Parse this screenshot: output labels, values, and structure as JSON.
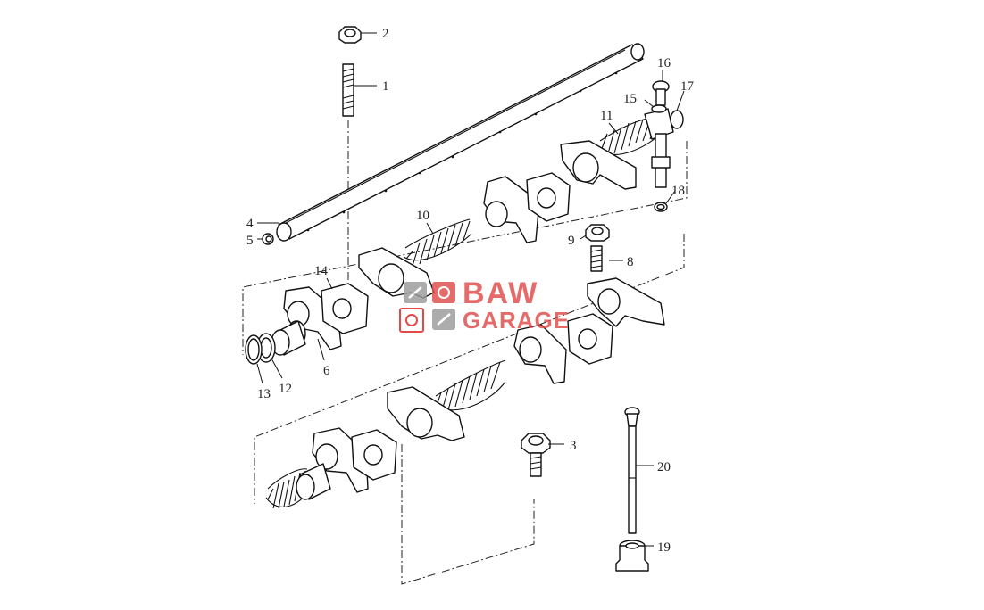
{
  "diagram": {
    "callouts": [
      "1",
      "2",
      "3",
      "4",
      "5",
      "6",
      "8",
      "9",
      "10",
      "11",
      "12",
      "13",
      "14",
      "15",
      "16",
      "17",
      "18",
      "19",
      "20"
    ]
  },
  "watermark": {
    "brand_line1": "BAW",
    "brand_line2": "GARAGE",
    "color": "#e04a4a",
    "icon_grey": "#9a9a9a",
    "icon_highlight": "#e02020"
  }
}
